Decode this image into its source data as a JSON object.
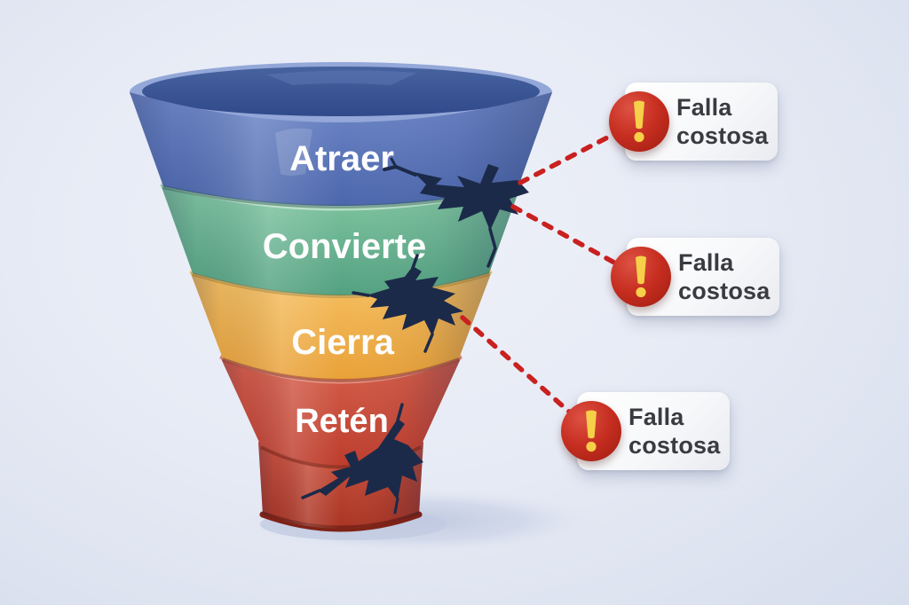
{
  "funnel": {
    "stages": [
      {
        "label": "Atraer",
        "color": "#5c77bb"
      },
      {
        "label": "Convierte",
        "color": "#68b794"
      },
      {
        "label": "Cierra",
        "color": "#f0b04d"
      },
      {
        "label": "Retén",
        "color": "#cc4b3a"
      }
    ],
    "spout_color": "#c14a36",
    "crack_color": "#1c2a49",
    "crack_count": 3
  },
  "callouts": [
    {
      "line1": "Falla",
      "line2": "costosa"
    },
    {
      "line1": "Falla",
      "line2": "costosa"
    },
    {
      "line1": "Falla",
      "line2": "costosa"
    }
  ],
  "colors": {
    "background": "#e7ebf5",
    "connector_red": "#c92020",
    "alert_circle_red": "#c62e20",
    "exclamation_yellow": "#f6d049",
    "callout_text": "#3a3b40",
    "label_text": "#ffffff"
  }
}
